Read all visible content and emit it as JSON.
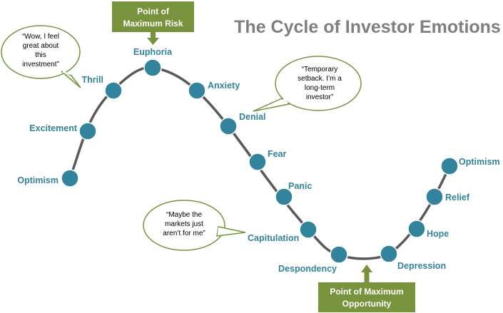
{
  "title": "The Cycle of Investor Emotions",
  "colors": {
    "node": "#31849b",
    "label": "#31849b",
    "curve": "#595959",
    "callout": "#77933c",
    "title": "#7f7f7f"
  },
  "stages": [
    "Optimism",
    "Excitement",
    "Thrill",
    "Euphoria",
    "Anxiety",
    "Denial",
    "Fear",
    "Panic",
    "Capitulation",
    "Despondency",
    "Depression",
    "Hope",
    "Relief",
    "Optimism"
  ],
  "callouts": {
    "max_risk": [
      "Point of",
      "Maximum Risk"
    ],
    "max_opportunity": [
      "Point of Maximum",
      "Opportunity"
    ]
  },
  "quotes": {
    "thrill": [
      "“Wow, I feel",
      "great about",
      "this",
      "investment”"
    ],
    "denial": [
      "“Temporary",
      "setback. I’m a",
      "long-term",
      "investor”"
    ],
    "capitulation": [
      "“Maybe the",
      "markets just",
      "aren’t for me”"
    ]
  }
}
